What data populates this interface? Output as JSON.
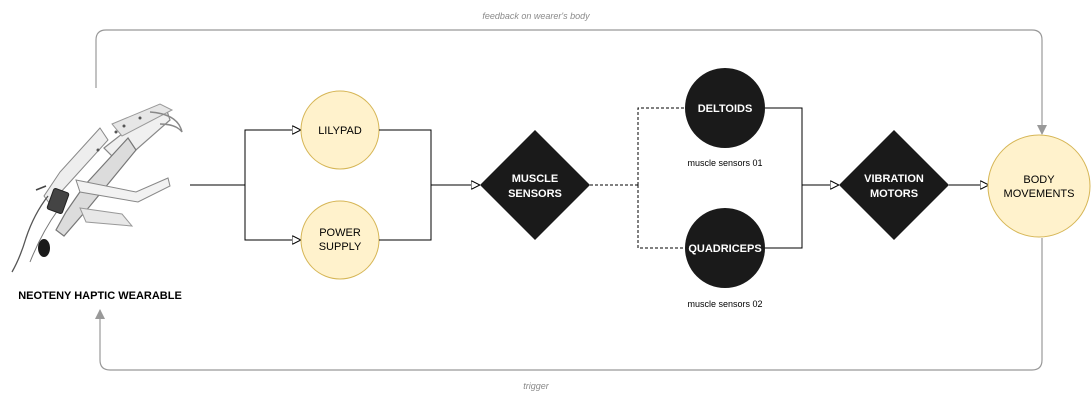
{
  "labels": {
    "feedback": "feedback on wearer's body",
    "trigger": "trigger",
    "wearable": "NEOTENY HAPTIC WEARABLE"
  },
  "nodes": {
    "lilypad": "LILYPAD",
    "power_supply": [
      "POWER",
      "SUPPLY"
    ],
    "muscle_sensors": [
      "MUSCLE",
      "SENSORS"
    ],
    "deltoids": "DELTOIDS",
    "quadriceps": "QUADRICEPS",
    "vibration_motors": [
      "VIBRATION",
      "MOTORS"
    ],
    "body_movements": [
      "BODY",
      "MOVEMENTS"
    ]
  },
  "captions": {
    "sensors_01": "muscle sensors 01",
    "sensors_02": "muscle sensors 02"
  },
  "colors": {
    "circle_fill": "#fff2cc",
    "circle_stroke": "#d6b656",
    "dark_fill": "#1a1a1a",
    "connector": "#000000",
    "feedback_line": "#999999",
    "annotation_text": "#8a8a8a"
  },
  "icons": {
    "wearable_image": "haptic-wearable-device-icon"
  }
}
